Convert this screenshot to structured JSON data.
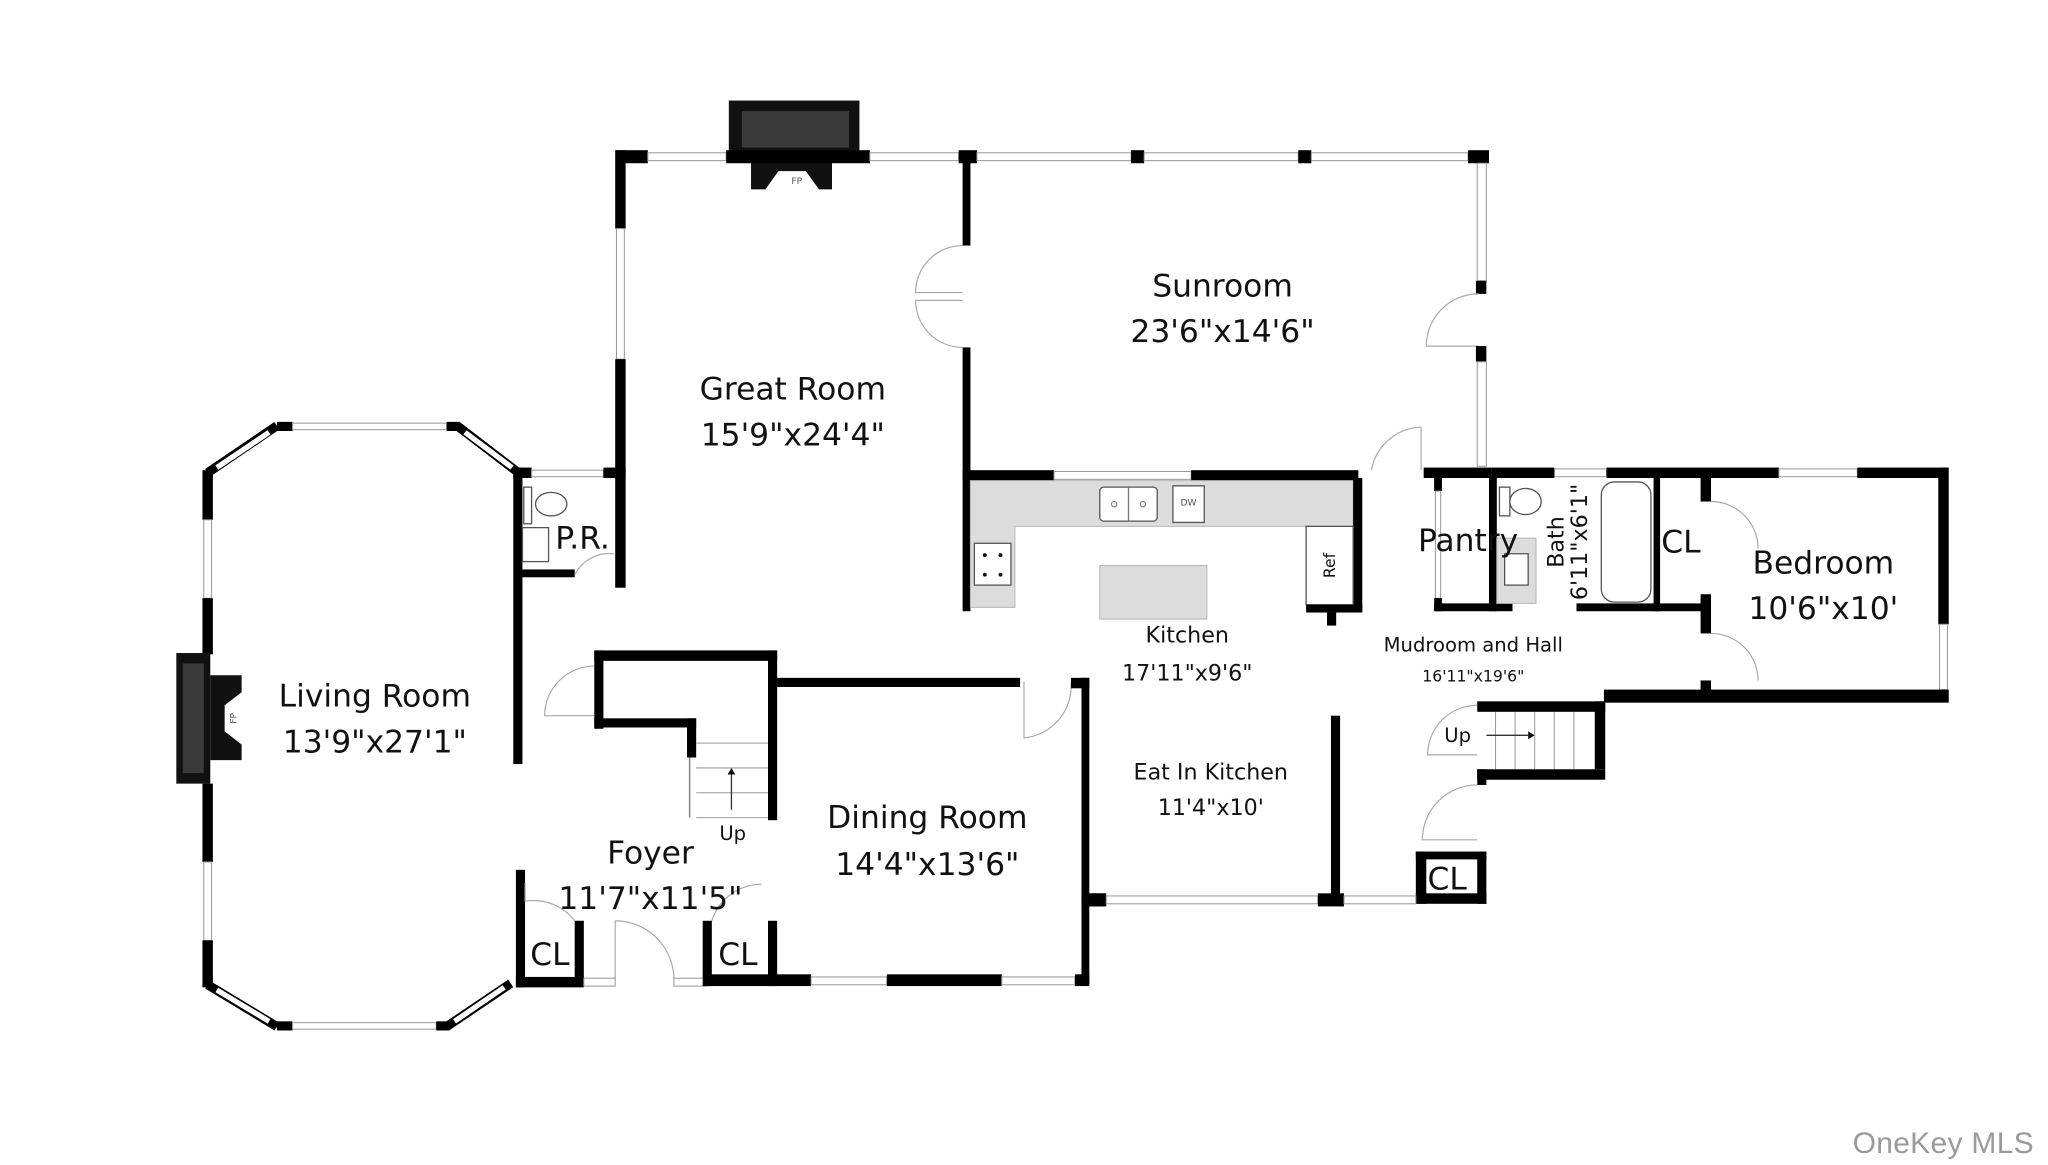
{
  "floorplan": {
    "rooms": [
      {
        "id": "sunroom",
        "name": "Sunroom",
        "dims": "23'6\"x14'6\""
      },
      {
        "id": "great-room",
        "name": "Great Room",
        "dims": "15'9\"x24'4\""
      },
      {
        "id": "living-room",
        "name": "Living Room",
        "dims": "13'9\"x27'1\""
      },
      {
        "id": "powder-room",
        "name": "P.R.",
        "dims": ""
      },
      {
        "id": "kitchen",
        "name": "Kitchen",
        "dims": "17'11\"x9'6\""
      },
      {
        "id": "eat-in-kitchen",
        "name": "Eat In Kitchen",
        "dims": "11'4\"x10'"
      },
      {
        "id": "mudroom",
        "name": "Mudroom and Hall",
        "dims": "16'11\"x19'6\""
      },
      {
        "id": "pantry",
        "name": "Pantry",
        "dims": ""
      },
      {
        "id": "bath",
        "name": "Bath",
        "dims": "6'11\"x6'1\""
      },
      {
        "id": "bedroom",
        "name": "Bedroom",
        "dims": "10'6\"x10'"
      },
      {
        "id": "dining-room",
        "name": "Dining Room",
        "dims": "14'4\"x13'6\""
      },
      {
        "id": "foyer",
        "name": "Foyer",
        "dims": "11'7\"x11'5\""
      }
    ],
    "closets": [
      "CL",
      "CL",
      "CL",
      "CL"
    ],
    "fixtures": {
      "fireplace": "FP",
      "dishwasher": "DW",
      "refrigerator": "Ref",
      "stairs_up": "Up"
    }
  },
  "watermark": "OneKey MLS"
}
